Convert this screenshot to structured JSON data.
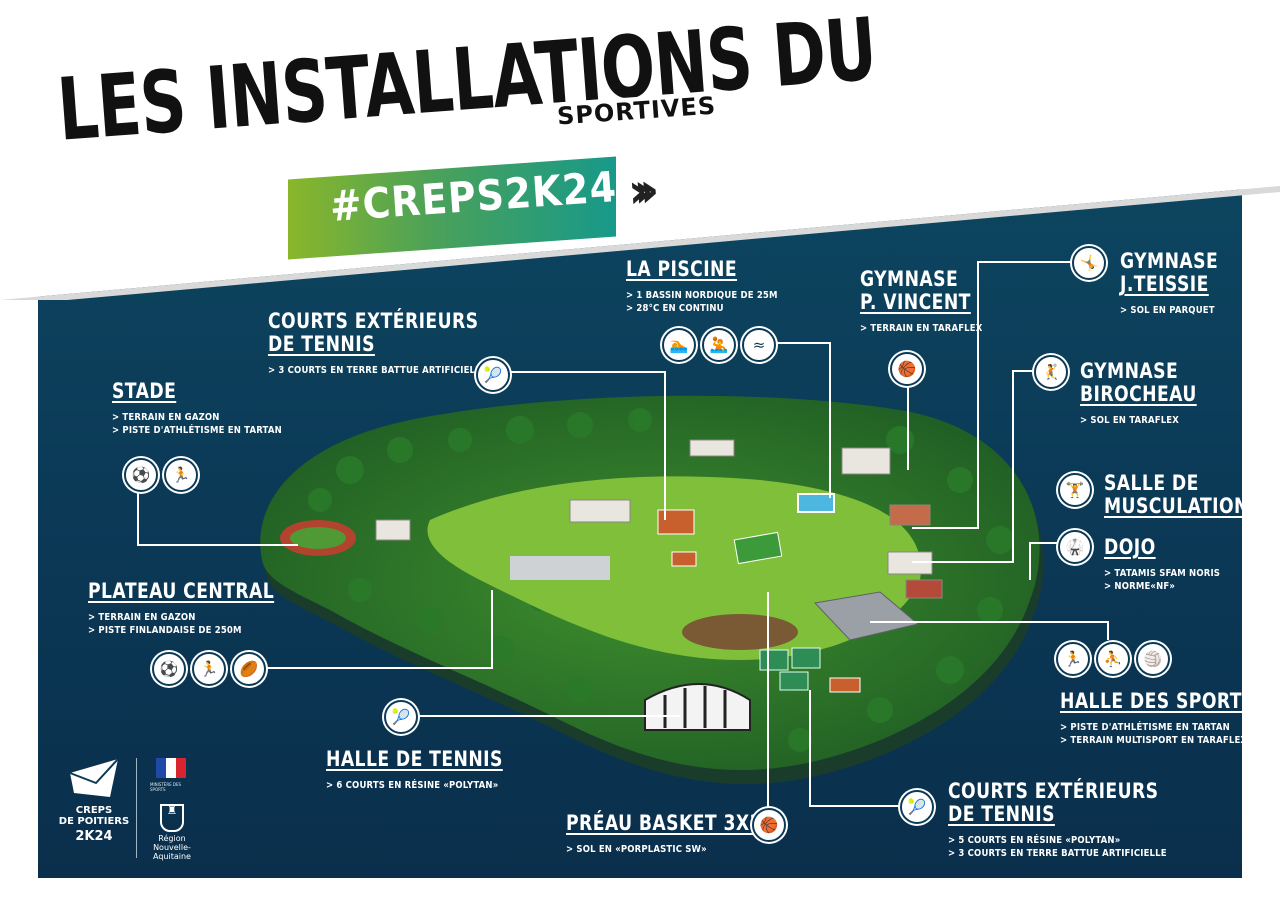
{
  "header": {
    "title": "LES INSTALLATIONS DU",
    "subtitle_overlay": "SPORTIVES",
    "hashtag": "#CREPS2K24",
    "hashtag_gradient": [
      "#8ab62a",
      "#17998a"
    ],
    "arrow_icon": "triple-chevron-right"
  },
  "colors": {
    "background": "#0b3a57",
    "line": "#ffffff",
    "grass": "#7fbf3a",
    "forest": "#2f7d2a"
  },
  "facilities": [
    {
      "id": "stade",
      "title": "STADE",
      "lines": [
        "> TERRAIN EN GAZON",
        "> PISTE D'ATHLÉTISME EN TARTAN"
      ],
      "icons": [
        "football-icon",
        "running-icon"
      ]
    },
    {
      "id": "courts-ext-1",
      "title1": "COURTS EXTÉRIEURS",
      "title2": "DE TENNIS",
      "lines": [
        "> 3 COURTS EN TERRE BATTUE ARTIFICIELLE"
      ],
      "icons": [
        "tennis-icon"
      ]
    },
    {
      "id": "piscine",
      "title": "LA PISCINE",
      "lines": [
        "> 1 BASSIN NORDIQUE DE 25M",
        "> 28°C EN CONTINU"
      ],
      "icons": [
        "swimming-icon",
        "water-polo-icon",
        "diving-icon"
      ]
    },
    {
      "id": "vincent",
      "title1": "GYMNASE",
      "title2": "P. VINCENT",
      "lines": [
        "> TERRAIN EN TARAFLEX"
      ],
      "icons": [
        "basketball-icon"
      ]
    },
    {
      "id": "teissie",
      "title1": "GYMNASE",
      "title2": "J.TEISSIE",
      "lines": [
        "> SOL EN PARQUET"
      ],
      "icons": [
        "gymnastics-icon"
      ]
    },
    {
      "id": "birocheau",
      "title1": "GYMNASE",
      "title2": "BIROCHEAU",
      "lines": [
        "> SOL EN TARAFLEX"
      ],
      "icons": [
        "handball-icon"
      ]
    },
    {
      "id": "musculation",
      "title1": "SALLE DE",
      "title2": "MUSCULATION",
      "lines": [],
      "icons": [
        "weights-icon"
      ]
    },
    {
      "id": "dojo",
      "title": "DOJO",
      "lines": [
        "> TATAMIS SFAM NORIS",
        "> NORME«NF»"
      ],
      "icons": [
        "judo-icon"
      ]
    },
    {
      "id": "plateau",
      "title": "PLATEAU CENTRAL",
      "lines": [
        "> TERRAIN EN GAZON",
        "> PISTE FINLANDAISE DE 250M"
      ],
      "icons": [
        "football-icon",
        "running-icon",
        "rugby-icon"
      ]
    },
    {
      "id": "halle-sports",
      "title": "HALLE DES SPORTS",
      "lines": [
        "> PISTE D'ATHLÉTISME EN TARTAN",
        "> TERRAIN MULTISPORT EN TARAFLEX"
      ],
      "icons": [
        "running-icon",
        "hurdles-icon",
        "volleyball-icon"
      ]
    },
    {
      "id": "halle-tennis",
      "title": "HALLE DE TENNIS",
      "lines": [
        "> 6 COURTS EN RÉSINE «POLYTAN»"
      ],
      "icons": [
        "tennis-icon"
      ]
    },
    {
      "id": "preau",
      "title": "PRÉAU BASKET 3X3",
      "lines": [
        "> SOL EN «PORPLASTIC SW»"
      ],
      "icons": [
        "basketball-icon"
      ]
    },
    {
      "id": "courts-ext-2",
      "title1": "COURTS EXTÉRIEURS",
      "title2": "DE TENNIS",
      "lines": [
        "> 5 COURTS EN RÉSINE «POLYTAN»",
        "> 3 COURTS EN TERRE BATTUE ARTIFICIELLE"
      ],
      "icons": [
        "tennis-icon"
      ]
    }
  ],
  "logos": {
    "creps_line1": "CREPS",
    "creps_line2": "DE POITIERS",
    "creps_line3": "2K24",
    "rf_text": "MINISTÈRE DES SPORTS",
    "region_line1": "Région",
    "region_line2": "Nouvelle-",
    "region_line3": "Aquitaine"
  }
}
